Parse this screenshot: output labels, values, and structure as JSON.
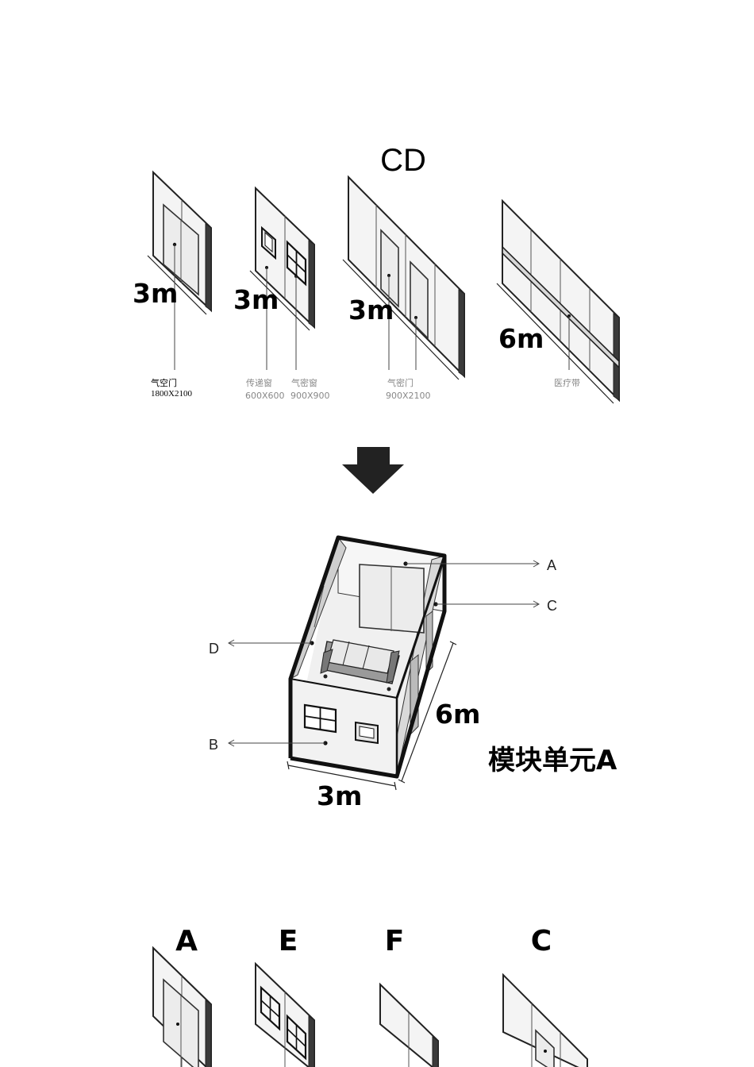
{
  "top_section": {
    "title": "CD",
    "panels": [
      {
        "dimension": "3m",
        "caption_name": "气空门",
        "caption_size": "1800X2100"
      },
      {
        "dimension": "3m",
        "caption_name_1": "传递窗",
        "caption_size_1": "600X600",
        "caption_name_2": "气密窗",
        "caption_size_2": "900X900"
      },
      {
        "dimension": "3m",
        "caption_name": "气密门",
        "caption_size": "900X2100"
      },
      {
        "dimension": "6m",
        "caption_name": "医疗带"
      }
    ]
  },
  "arrow_icon": "down-arrow-icon",
  "module": {
    "title": "模块单元A",
    "width_label": "3m",
    "length_label": "6m",
    "refs": {
      "a": "A",
      "b": "B",
      "c": "C",
      "d": "D"
    }
  },
  "bottom_section": {
    "letters": [
      "A",
      "E",
      "F",
      "C"
    ]
  }
}
